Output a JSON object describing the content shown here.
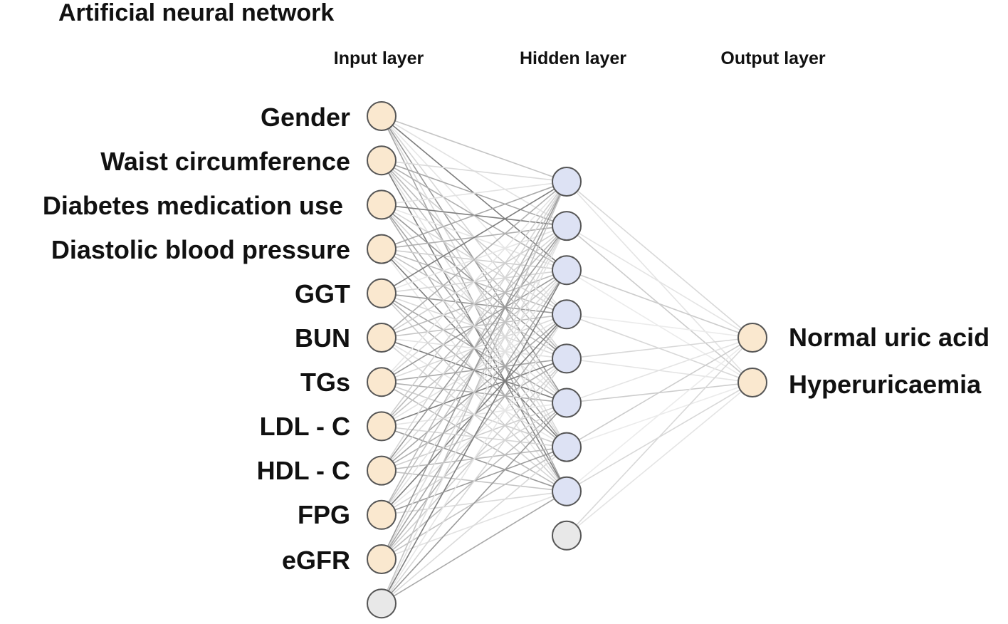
{
  "title": "Artificial neural network",
  "layers": {
    "input": {
      "header": "Input layer",
      "nodes": [
        "Gender",
        "Waist circumference",
        "Diabetes medication use",
        "Diastolic blood pressure",
        "GGT",
        "BUN",
        "TGs",
        "LDL - C",
        "HDL - C",
        "FPG",
        "eGFR"
      ],
      "bias_node": true
    },
    "hidden": {
      "header": "Hidden layer",
      "node_count": 8,
      "bias_node": true
    },
    "output": {
      "header": "Output layer",
      "nodes": [
        "Normal uric acid",
        "Hyperuricaemia"
      ]
    }
  },
  "colors": {
    "input_fill": "#fae8cf",
    "hidden_fill": "#dde2f4",
    "bias_fill": "#e8e8e8",
    "node_stroke": "#555555"
  }
}
